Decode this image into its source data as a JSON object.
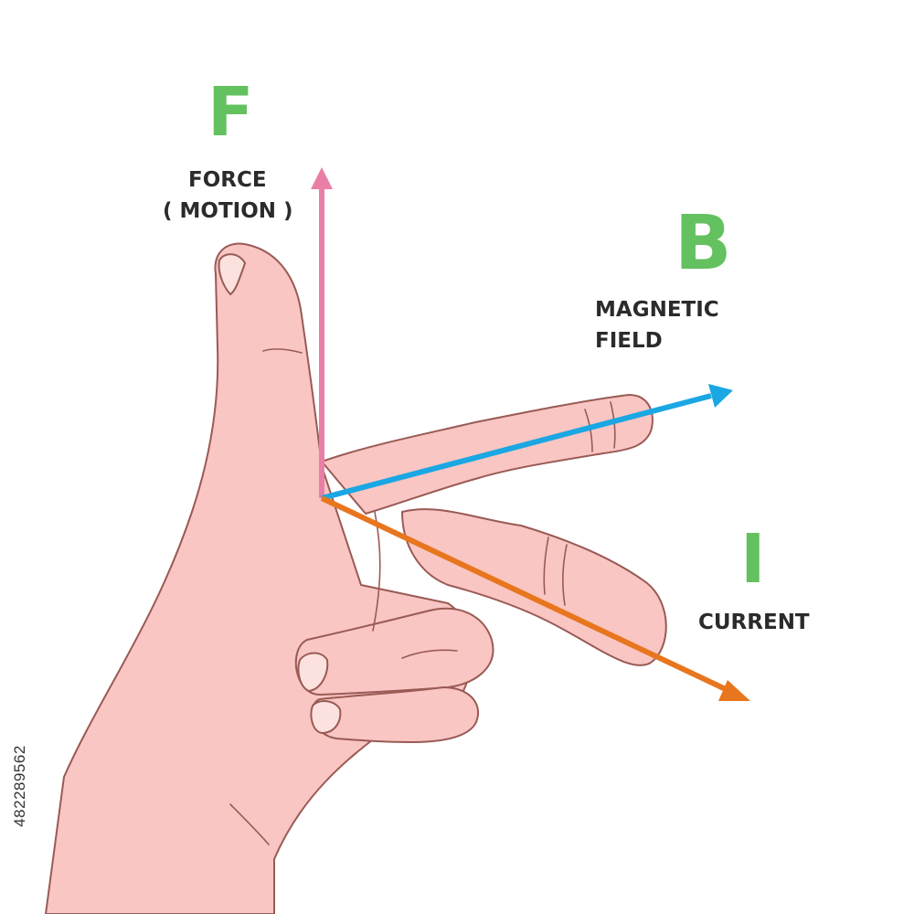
{
  "force": {
    "letter": "F",
    "label_line1": "FORCE",
    "label_line2": "( MOTION )",
    "arrow_color": "#e97fa6"
  },
  "field": {
    "letter": "B",
    "label_line1": "MAGNETIC",
    "label_line2": "FIELD",
    "arrow_color": "#1aa7e3"
  },
  "current": {
    "letter": "I",
    "label": "CURRENT",
    "arrow_color": "#e8761e"
  },
  "colors": {
    "letter": "#63c15f",
    "skin": "#f9c6c3",
    "skin_outline": "#9a5a55",
    "nail": "#fbe2de"
  },
  "stock_id": "482289562"
}
